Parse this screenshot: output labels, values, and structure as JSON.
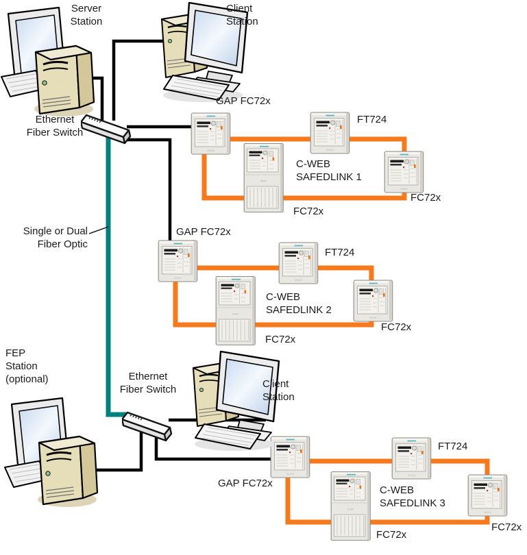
{
  "colors": {
    "orange": "#F67A1C",
    "teal": "#00807F",
    "black": "#000000",
    "tower_beige": "#E6DDB9",
    "panel_case": "#E9E7E1"
  },
  "stations": {
    "server": {
      "label": "Server\nStation"
    },
    "client_top": {
      "label": "Client\nStation"
    },
    "fep": {
      "label": "FEP\nStation\n(optional)"
    },
    "client_bottom": {
      "label": "Client\nStation"
    }
  },
  "switches": {
    "top": {
      "label": "Ethernet\nFiber Switch"
    },
    "bottom": {
      "label": "Ethernet\nFiber Switch"
    }
  },
  "fiber": {
    "label": "Single or Dual\nFiber Optic"
  },
  "networks": [
    {
      "name": "C-WEB\nSAFEDLINK 1",
      "gap_label": "GAP FC72x",
      "ft_label": "FT724",
      "fc_right_label": "FC72x",
      "fc_bottom_label": "FC72x"
    },
    {
      "name": "C-WEB\nSAFEDLINK 2",
      "gap_label": "GAP FC72x",
      "ft_label": "FT724",
      "fc_right_label": "FC72x",
      "fc_bottom_label": "FC72x"
    },
    {
      "name": "C-WEB\nSAFEDLINK 3",
      "gap_label": "GAP FC72x",
      "ft_label": "FT724",
      "fc_right_label": "FC72x",
      "fc_bottom_label": "FC72x"
    }
  ]
}
